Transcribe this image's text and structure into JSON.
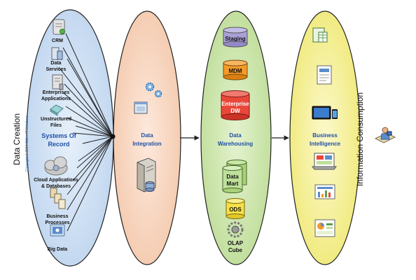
{
  "left_axis_label": "Data Creation",
  "right_axis_label": "Information Consumption",
  "copyright": "Copyright © 2014 Attlee IT Solutions",
  "systems_of_record": {
    "title_line1": "Systems Of",
    "title_line2": "Record",
    "items": [
      {
        "line1": "CRM",
        "line2": ""
      },
      {
        "line1": "Data",
        "line2": "Services"
      },
      {
        "line1": "Enterprises",
        "line2": "Applications"
      },
      {
        "line1": "Unstructured",
        "line2": "Files"
      },
      {
        "line1": "Cloud Applications",
        "line2": "& Databases"
      },
      {
        "line1": "Business",
        "line2": "Processes"
      },
      {
        "line1": "Big Data",
        "line2": ""
      }
    ]
  },
  "data_integration": {
    "title_line1": "Data",
    "title_line2": "Integration"
  },
  "data_warehousing": {
    "title_line1": "Data",
    "title_line2": "Warehousing",
    "items": [
      {
        "line1": "Staging",
        "line2": ""
      },
      {
        "line1": "MDM",
        "line2": ""
      },
      {
        "line1": "Enterprise",
        "line2": "DW"
      },
      {
        "line1": "Data",
        "line2": "Mart"
      },
      {
        "line1": "ODS",
        "line2": ""
      },
      {
        "line1": "OLAP",
        "line2": "Cube"
      }
    ]
  },
  "business_intelligence": {
    "title_line1": "Business",
    "title_line2": "Intelligence"
  },
  "colors": {
    "sor_fill": "#cfe0f3",
    "integration_fill": "#f8d9c4",
    "warehouse_fill": "#cfe6b2",
    "bi_fill": "#f7f3a6",
    "section_title": "#1f4fa6",
    "staging_cyl": "#a9a0d6",
    "mdm_cyl": "#f39a2a",
    "edw_cyl": "#e8473a",
    "mart_cyl": "#bfe09a",
    "ods_cyl": "#f7e046"
  }
}
